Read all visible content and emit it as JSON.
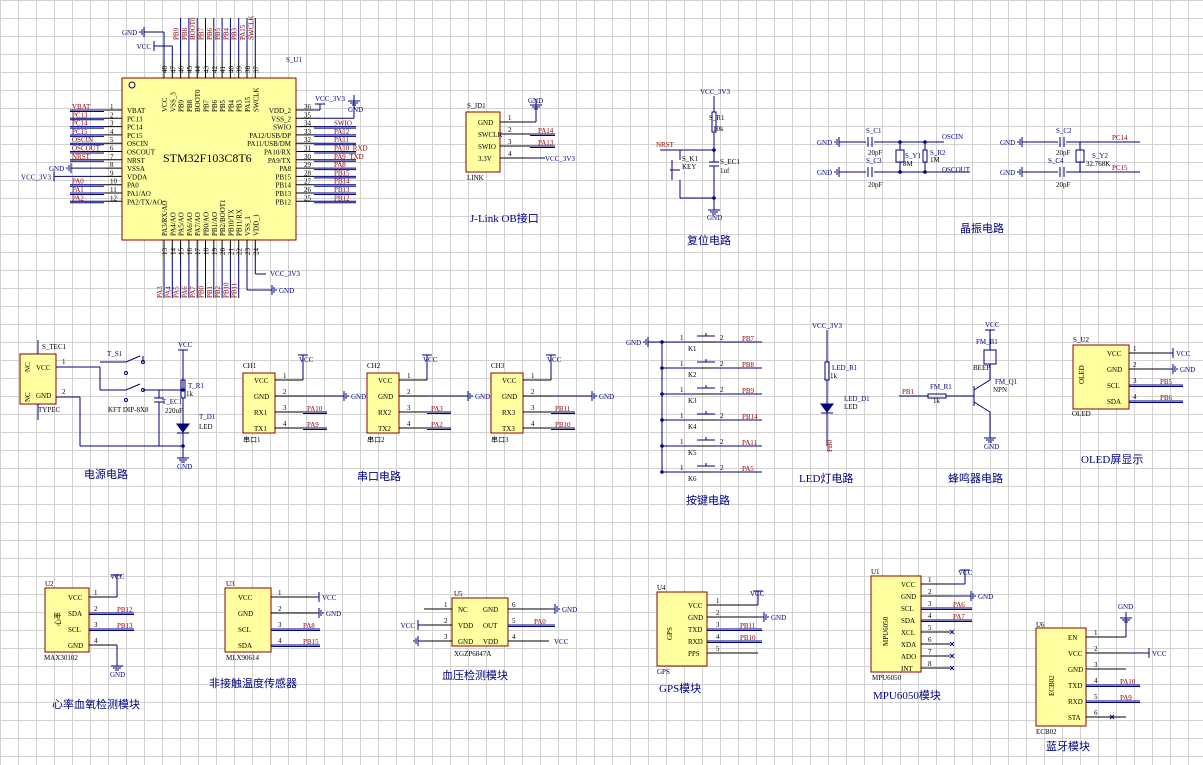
{
  "mcu": {
    "designator": "S_U1",
    "part": "STM32F103C8T6",
    "left_pins": [
      {
        "num": "1",
        "name": "VBAT",
        "net": "VBAT"
      },
      {
        "num": "2",
        "name": "PC13",
        "net": "PC13"
      },
      {
        "num": "3",
        "name": "PC14",
        "net": "PC14"
      },
      {
        "num": "4",
        "name": "PC15",
        "net": "PC15"
      },
      {
        "num": "5",
        "name": "OSCIN",
        "net": "OSCIN"
      },
      {
        "num": "6",
        "name": "OSCOUT",
        "net": "OSCOUT"
      },
      {
        "num": "7",
        "name": "NRST",
        "net": "NRST"
      },
      {
        "num": "8",
        "name": "VSSA",
        "net": "GND"
      },
      {
        "num": "9",
        "name": "VDDA",
        "net": "VCC_3V3"
      },
      {
        "num": "10",
        "name": "PA0",
        "net": "PA0"
      },
      {
        "num": "11",
        "name": "PA1/AO",
        "net": "PA1"
      },
      {
        "num": "12",
        "name": "PA2/TX/AO",
        "net": "PA2"
      }
    ],
    "right_pins": [
      {
        "num": "36",
        "name": "VDD_2",
        "net": "VCC_3V3"
      },
      {
        "num": "35",
        "name": "VSS_2",
        "net": ""
      },
      {
        "num": "34",
        "name": "SWIO",
        "net": "SWIO"
      },
      {
        "num": "33",
        "name": "PA12/USB/DP",
        "net": "PA12"
      },
      {
        "num": "32",
        "name": "PA11/USB/DM",
        "net": "PA11"
      },
      {
        "num": "31",
        "name": "PA10/RX",
        "net": "PA10_RXD"
      },
      {
        "num": "30",
        "name": "PA9/TX",
        "net": "PA9_TXD"
      },
      {
        "num": "29",
        "name": "PA8",
        "net": "PA8"
      },
      {
        "num": "28",
        "name": "PB15",
        "net": "PB15"
      },
      {
        "num": "27",
        "name": "PB14",
        "net": "PB14"
      },
      {
        "num": "26",
        "name": "PB13",
        "net": "PB13"
      },
      {
        "num": "25",
        "name": "PB12",
        "net": "PB12"
      }
    ],
    "top_pins": [
      {
        "num": "48",
        "name": "VCC",
        "net": "GND"
      },
      {
        "num": "47",
        "name": "VSS_3",
        "net": "VCC"
      },
      {
        "num": "46",
        "name": "PB9",
        "net": "PB9"
      },
      {
        "num": "45",
        "name": "PB8",
        "net": "PB8"
      },
      {
        "num": "44",
        "name": "BOOT0",
        "net": "BOOT0"
      },
      {
        "num": "43",
        "name": "PB7",
        "net": "PB7"
      },
      {
        "num": "42",
        "name": "PB6",
        "net": "PB6"
      },
      {
        "num": "41",
        "name": "PB5",
        "net": "PB5"
      },
      {
        "num": "40",
        "name": "PB4",
        "net": "PB4"
      },
      {
        "num": "39",
        "name": "PB3",
        "net": "PB3"
      },
      {
        "num": "38",
        "name": "PA15",
        "net": "PA15"
      },
      {
        "num": "37",
        "name": "SWCLK",
        "net": "SWCLK"
      }
    ],
    "bottom_pins": [
      {
        "num": "13",
        "name": "PA3/RX/AO",
        "net": "PA3"
      },
      {
        "num": "14",
        "name": "PA4/AO",
        "net": "PA4"
      },
      {
        "num": "15",
        "name": "PA5/AO",
        "net": "PA5"
      },
      {
        "num": "16",
        "name": "PA6/AO",
        "net": "PA6"
      },
      {
        "num": "17",
        "name": "PA7/AO",
        "net": "PA7"
      },
      {
        "num": "18",
        "name": "PB0/AO",
        "net": "PB0"
      },
      {
        "num": "19",
        "name": "PB1/AO",
        "net": "PB1"
      },
      {
        "num": "20",
        "name": "PB2/BOOT1",
        "net": "PB2"
      },
      {
        "num": "21",
        "name": "PB10/TX",
        "net": "PB10"
      },
      {
        "num": "22",
        "name": "PB11/RX",
        "net": "PB11"
      },
      {
        "num": "23",
        "name": "VSS_1",
        "net": "GND"
      },
      {
        "num": "24",
        "name": "VDD_1",
        "net": "VCC_3V3"
      }
    ]
  },
  "labels": {
    "gnd": "GND",
    "vcc": "VCC",
    "vcc_3v3": "VCC_3V3",
    "pd_gnd": "GND",
    "vdda_net": "VCC_3V3"
  },
  "jlink": {
    "designator": "S_JD1",
    "footer": "LINK",
    "pins": [
      {
        "num": "1",
        "name": "GND",
        "net": ""
      },
      {
        "num": "2",
        "name": "SWCLK",
        "net": "PA14"
      },
      {
        "num": "3",
        "name": "SWIO",
        "net": "PA13"
      },
      {
        "num": "4",
        "name": "3.3V",
        "net": "VCC_3V3"
      }
    ],
    "caption": "J-Link OB接口"
  },
  "reset": {
    "rail": "VCC_3V3",
    "r_name": "S_R1",
    "r_val": "10k",
    "net": "NRST",
    "key_name": "S_K1",
    "key_val": "KEY",
    "c_name": "S_EC1",
    "c_val": "1uf",
    "gnd": "GND",
    "caption": "复位电路"
  },
  "crystal": {
    "c1": "S_C1",
    "c1v": "20pF",
    "c3": "S_C3",
    "c3v": "20pF",
    "y1": "S_Y1",
    "y1v": "8M",
    "r2": "S_R2",
    "r2v": "1M",
    "oscin": "OSCIN",
    "oscout": "OSCOUT",
    "c2": "S_C2",
    "c2v": "20pF",
    "c4": "S_C4",
    "c4v": "20pF",
    "y2": "S_Y2",
    "y2v": "32.768K",
    "pc14": "PC14",
    "pc15": "PC15",
    "caption": "晶振电路"
  },
  "power": {
    "typec": "S_TEC1",
    "typec_foot": "TYPEC",
    "pins": [
      "NC",
      "VCC",
      "GND",
      "NC"
    ],
    "sw_name": "T_S1",
    "sw_val": "KFT DIP-8X8",
    "c_name": "T_EC1",
    "c_val": "220uF",
    "r_name": "T_R1",
    "r_val": "1k",
    "d_name": "T_D1",
    "d_val": "LED",
    "caption": "电源电路"
  },
  "uarts": [
    {
      "ref": "CH1",
      "foot": "串口1",
      "pins": [
        "VCC",
        "GND",
        "RX1",
        "TX1"
      ],
      "nets": [
        "",
        "",
        "PA10",
        "PA9"
      ]
    },
    {
      "ref": "CH2",
      "foot": "串口2",
      "pins": [
        "VCC",
        "GND",
        "RX2",
        "TX2"
      ],
      "nets": [
        "",
        "",
        "PA3",
        "PA2"
      ]
    },
    {
      "ref": "CH3",
      "foot": "串口3",
      "pins": [
        "VCC",
        "GND",
        "RX3",
        "TX3"
      ],
      "nets": [
        "",
        "",
        "PB11",
        "PB10"
      ]
    }
  ],
  "uart_caption": "串口电路",
  "keys": {
    "items": [
      {
        "ref": "K1",
        "net": "PB7"
      },
      {
        "ref": "K2",
        "net": "PB8"
      },
      {
        "ref": "K3",
        "net": "PB9"
      },
      {
        "ref": "K4",
        "net": "PB14"
      },
      {
        "ref": "K5",
        "net": "PA11"
      },
      {
        "ref": "K6",
        "net": "PA5"
      }
    ],
    "caption": "按键电路"
  },
  "led": {
    "r_name": "LED_R1",
    "r_val": "1k",
    "d_name": "LED_D1",
    "d_val": "LED",
    "caption": "LED灯电路",
    "bottom_net": "PB0"
  },
  "buzzer": {
    "bz_name": "FM_B1",
    "bz_val": "BEEP",
    "r_name": "FM_R1",
    "r_val": "1k",
    "q_name": "FM_Q1",
    "q_val": "NPN",
    "net": "PB1",
    "caption": "蜂鸣器电路"
  },
  "oled": {
    "ref": "S_U2",
    "body": "OLED",
    "foot": "OLED",
    "pins": [
      "VCC",
      "GND",
      "SCL",
      "SDA"
    ],
    "nets": [
      "",
      "",
      "PB5",
      "PB6"
    ],
    "caption": "OLED屏显示"
  },
  "max": {
    "ref": "U2",
    "body": "心率",
    "foot": "MAX30102",
    "pins": [
      "VCC",
      "SDA",
      "SCL",
      "GND"
    ],
    "nets": [
      "",
      "PB12",
      "PB13",
      ""
    ],
    "caption": "心率血氧检测模块"
  },
  "mlx": {
    "ref": "U3",
    "foot": "MLX90614",
    "pins": [
      "VCC",
      "GND",
      "SCL",
      "SDA"
    ],
    "nets": [
      "",
      "",
      "PA8",
      "PB15"
    ],
    "caption": "非接触温度传感器"
  },
  "xgz": {
    "ref": "U5",
    "foot": "XGZP6847A",
    "left": [
      "NC",
      "VDD",
      "GND"
    ],
    "right": [
      "GND",
      "OUT",
      "VDD"
    ],
    "out_net": "PA0",
    "caption": "血压检测模块"
  },
  "gps": {
    "ref": "U4",
    "body": "GPS",
    "foot": "GPS",
    "pins": [
      "VCC",
      "GND",
      "TXD",
      "RXD",
      "PPS"
    ],
    "nets": [
      "",
      "",
      "PB11",
      "PB10",
      ""
    ],
    "caption": "GPS模块"
  },
  "mpu": {
    "ref": "U1",
    "body": "MPU6050",
    "foot": "MPU6050",
    "pins": [
      "VCC",
      "GND",
      "SCL",
      "SDA",
      "XCL",
      "XDA",
      "ADO",
      "INT"
    ],
    "nets": [
      "",
      "",
      "PA6",
      "PA7",
      "",
      "",
      "",
      ""
    ],
    "caption": "MPU6050模块"
  },
  "bt": {
    "ref": "U6",
    "body": "ECB02",
    "foot": "ECB02",
    "pins": [
      "EN",
      "VCC",
      "GND",
      "TXD",
      "RXD",
      "STA"
    ],
    "nets": [
      "",
      "",
      "",
      "PA10",
      "PA9",
      ""
    ],
    "caption": "蓝牙模块"
  }
}
